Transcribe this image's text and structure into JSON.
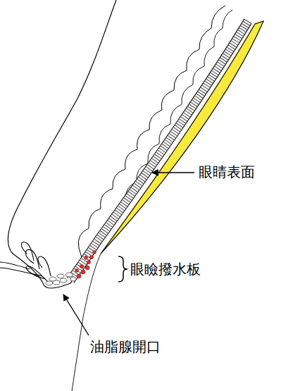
{
  "diagram": {
    "labels": [
      "眼睛表面",
      "眼瞼撥水板",
      "油脂腺開口"
    ]
  }
}
